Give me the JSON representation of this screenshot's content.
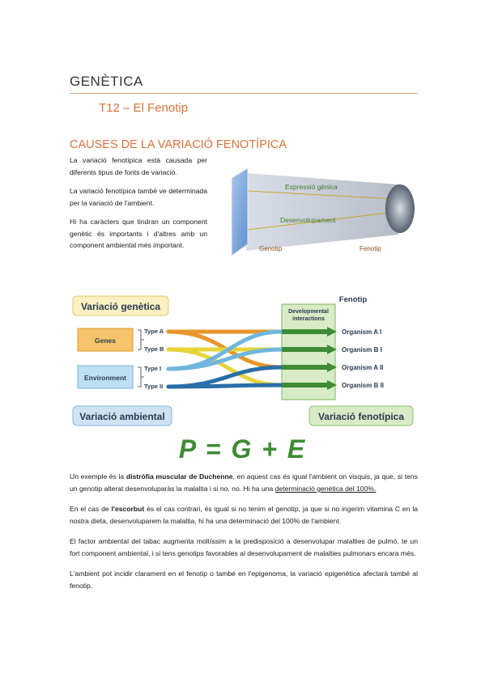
{
  "header": {
    "title": "GENÈTICA",
    "subtitle": "T12 – El Fenotip"
  },
  "section_title": "CAUSES DE LA VARIACIÓ FENOTÍPICA",
  "intro": [
    "La variació fenotípica està causada per diferents tipus de fonts de variació.",
    "La variació fenotípica també ve determinada per la variació de l'ambient.",
    "Hi ha caràcters que tindran un component genètic és importants i d'altres amb un component ambiental més important."
  ],
  "figure1": {
    "label_top": "Expressió gènica",
    "label_bottom": "Desenvolupament",
    "left_caption": "Genotip",
    "right_caption": "Fenotip"
  },
  "figure2": {
    "variacio_genetica": "Variació genètica",
    "variacio_ambiental": "Variació ambiental",
    "variacio_fenotipica": "Variació fenotípica",
    "fenotip": "Fenotip",
    "dev_line1": "Developmental",
    "dev_line2": "interactions",
    "genes": "Genes",
    "environment": "Environment",
    "types": [
      "Type A",
      "Type B",
      "Type I",
      "Type II"
    ],
    "organisms": [
      "Organism A I",
      "Organism B I",
      "Organism A II",
      "Organism B II"
    ],
    "colors": {
      "orange": "#e8952a",
      "yellow": "#e6d43a",
      "lightblue": "#6fb6dc",
      "darkblue": "#2a6fa8",
      "green": "#3e8a35"
    }
  },
  "formula": "P = G + E",
  "paragraphs": {
    "p1_a": "Un exemple és la ",
    "p1_b": "distròfia muscular de Duchenne",
    "p1_c": ", en aquest cas és igual l'ambient on visquis, ja que, si tens un genotip alterat desenvoluparàs la malaltia i si no, no. Hi ha una ",
    "p1_d": "determinació genètica del 100%.",
    "p2_a": "En el cas de ",
    "p2_b": "l'escorbut",
    "p2_c": " és el cas contrari, és igual si no tenim el genotip, ja que si no ingerim vitamina C en la nostra dieta, desenvoluparem la malaltia, hi ha una determinació del 100% de l'ambient.",
    "p3": "El factor ambiental del tabac augmenta moltíssim a la predisposició a desenvolupar malalties de pulmó, te un fort component ambiental, i si tens genotips favorables al desenvolupament de malalties pulmonars encara més.",
    "p4": "L'ambient pot incidir clarament en el fenotip o també en l'epigenoma, la variació epigenètica afectarà també al fenotip."
  }
}
